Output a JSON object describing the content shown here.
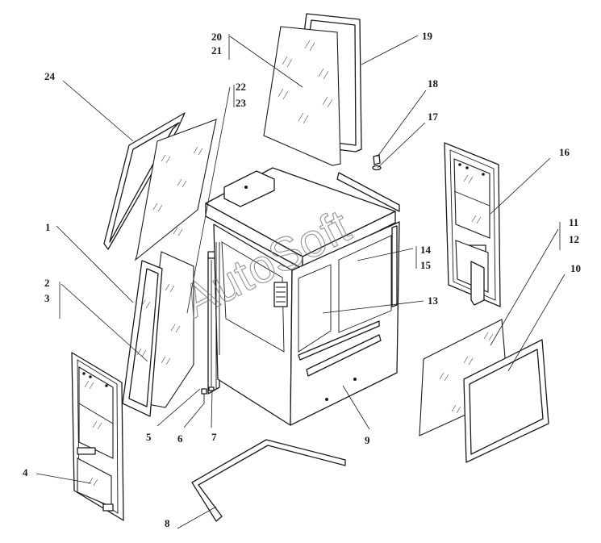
{
  "diagram": {
    "watermark": "AutoSoft",
    "callouts": [
      {
        "id": "c1",
        "text": "1"
      },
      {
        "id": "c2",
        "text": "2"
      },
      {
        "id": "c3",
        "text": "3"
      },
      {
        "id": "c4",
        "text": "4"
      },
      {
        "id": "c5",
        "text": "5"
      },
      {
        "id": "c6",
        "text": "6"
      },
      {
        "id": "c7",
        "text": "7"
      },
      {
        "id": "c8",
        "text": "8"
      },
      {
        "id": "c9",
        "text": "9"
      },
      {
        "id": "c10",
        "text": "10"
      },
      {
        "id": "c11",
        "text": "11"
      },
      {
        "id": "c12",
        "text": "12"
      },
      {
        "id": "c13",
        "text": "13"
      },
      {
        "id": "c14",
        "text": "14"
      },
      {
        "id": "c15",
        "text": "15"
      },
      {
        "id": "c16",
        "text": "16"
      },
      {
        "id": "c17",
        "text": "17"
      },
      {
        "id": "c18",
        "text": "18"
      },
      {
        "id": "c19",
        "text": "19"
      },
      {
        "id": "c20",
        "text": "20"
      },
      {
        "id": "c21",
        "text": "21"
      },
      {
        "id": "c22",
        "text": "22"
      },
      {
        "id": "c23",
        "text": "23"
      },
      {
        "id": "c24",
        "text": "24"
      }
    ]
  }
}
